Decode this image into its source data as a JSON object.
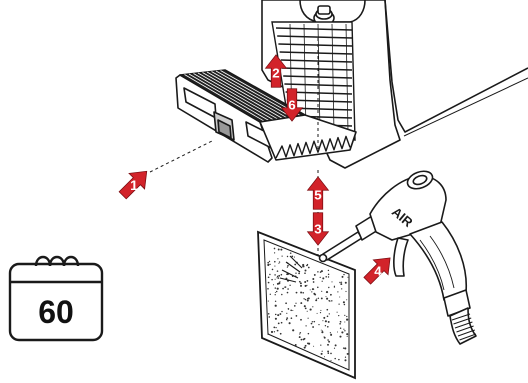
{
  "steps": [
    {
      "number": "1"
    },
    {
      "number": "2"
    },
    {
      "number": "3"
    },
    {
      "number": "4"
    },
    {
      "number": "5"
    },
    {
      "number": "6"
    }
  ],
  "air_gun_label": "AIR",
  "interval_badge": {
    "value": "60",
    "icon": "calendar-icon"
  },
  "colors": {
    "step_arrow": "#d2232a",
    "line": "#1a1a1a",
    "fill": "#ffffff"
  }
}
